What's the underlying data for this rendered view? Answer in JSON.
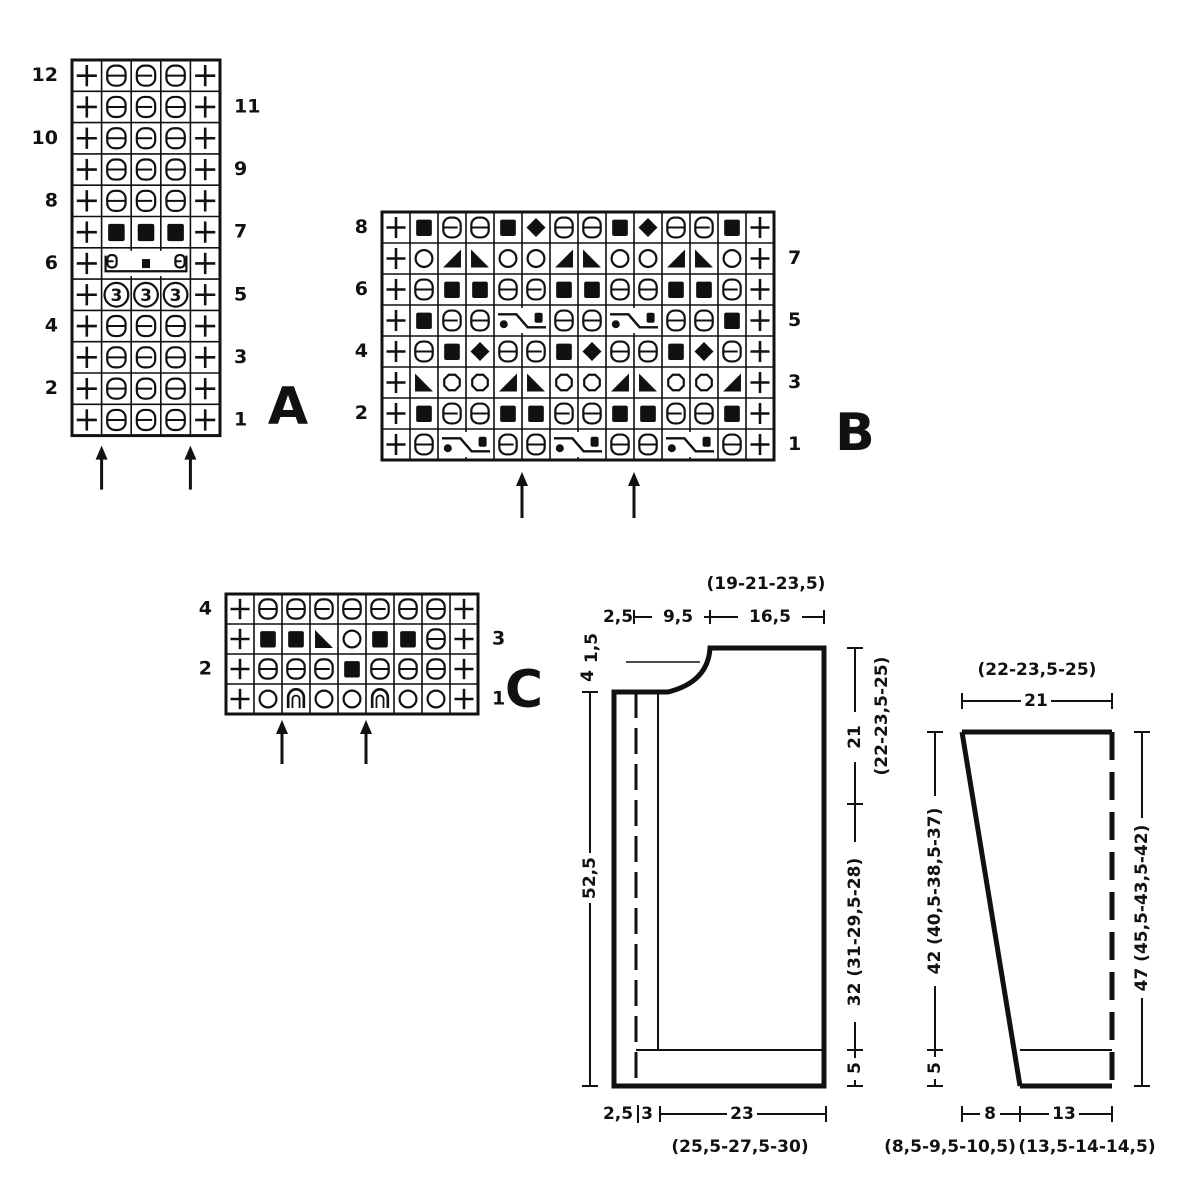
{
  "charts": {
    "A": {
      "letter": "A",
      "rows": [
        {
          "n": "12",
          "cells": [
            "plus",
            "oo",
            "oe",
            "oo",
            "plus"
          ]
        },
        {
          "n": "11",
          "cells": [
            "plus",
            "oo",
            "oe",
            "oo",
            "plus"
          ]
        },
        {
          "n": "10",
          "cells": [
            "plus",
            "oo",
            "oe",
            "oo",
            "plus"
          ]
        },
        {
          "n": "9",
          "cells": [
            "plus",
            "oo",
            "oe",
            "oo",
            "plus"
          ]
        },
        {
          "n": "8",
          "cells": [
            "plus",
            "oo",
            "oe",
            "oo",
            "plus"
          ]
        },
        {
          "n": "7",
          "cells": [
            "plus",
            "sq",
            "sq",
            "sq",
            "plus"
          ]
        },
        {
          "n": "6",
          "cells": [
            "plus",
            "span3",
            "span3",
            "span3",
            "plus"
          ]
        },
        {
          "n": "5",
          "cells": [
            "plus",
            "c3",
            "c3",
            "c3",
            "plus"
          ]
        },
        {
          "n": "4",
          "cells": [
            "plus",
            "oo",
            "oe",
            "oo",
            "plus"
          ]
        },
        {
          "n": "3",
          "cells": [
            "plus",
            "oo",
            "oe",
            "oo",
            "plus"
          ]
        },
        {
          "n": "2",
          "cells": [
            "plus",
            "oo",
            "oe",
            "oo",
            "plus"
          ]
        },
        {
          "n": "1",
          "cells": [
            "plus",
            "oo",
            "oe",
            "oo",
            "plus"
          ]
        }
      ],
      "circled_label": "3"
    },
    "B": {
      "letter": "B",
      "rows": [
        {
          "n": "8",
          "cells": [
            "plus",
            "sq",
            "oe",
            "oo",
            "sq",
            "dia",
            "oo",
            "oo",
            "sq",
            "dia",
            "oo",
            "oe",
            "sq",
            "plus"
          ]
        },
        {
          "n": "7",
          "cells": [
            "plus",
            "ci",
            "tr",
            "tl",
            "ci",
            "ci",
            "tr",
            "tl",
            "ci",
            "ci",
            "tr",
            "tl",
            "ci",
            "plus"
          ]
        },
        {
          "n": "6",
          "cells": [
            "plus",
            "oo",
            "sq",
            "sq",
            "oo",
            "oe",
            "sq",
            "sq",
            "oo",
            "oo",
            "sq",
            "sq",
            "oe",
            "plus"
          ]
        },
        {
          "n": "5",
          "cells": [
            "plus",
            "sq",
            "oe",
            "oo",
            "cab",
            "cab",
            "oo",
            "oo",
            "cab",
            "cab",
            "oo",
            "oo",
            "sq",
            "plus"
          ]
        },
        {
          "n": "4",
          "cells": [
            "plus",
            "oo",
            "sq",
            "dia",
            "oo",
            "oe",
            "sq",
            "dia",
            "oo",
            "oo",
            "sq",
            "dia",
            "oe",
            "plus"
          ]
        },
        {
          "n": "3",
          "cells": [
            "plus",
            "tl",
            "oct",
            "oct",
            "tr",
            "tl",
            "oct",
            "oct",
            "tr",
            "tl",
            "oct",
            "oct",
            "tr",
            "plus"
          ]
        },
        {
          "n": "2",
          "cells": [
            "plus",
            "sq",
            "oe",
            "oo",
            "sq",
            "sq",
            "oe",
            "oo",
            "sq",
            "sq",
            "oe",
            "oo",
            "sq",
            "plus"
          ]
        },
        {
          "n": "1",
          "cells": [
            "plus",
            "oo",
            "cab",
            "cab",
            "oe",
            "oo",
            "cab",
            "cab",
            "oo",
            "oo",
            "cab",
            "cab",
            "oo",
            "plus"
          ]
        }
      ]
    },
    "C": {
      "letter": "C",
      "rows": [
        {
          "n": "4",
          "cells": [
            "plus",
            "oo",
            "oo",
            "oe",
            "oo",
            "oe",
            "oo",
            "oo",
            "plus"
          ]
        },
        {
          "n": "3",
          "cells": [
            "plus",
            "sq",
            "sq",
            "tl",
            "ci",
            "sq",
            "sq",
            "oo",
            "plus"
          ]
        },
        {
          "n": "2",
          "cells": [
            "plus",
            "oo",
            "oo",
            "oe",
            "sq",
            "oo",
            "oo",
            "oo",
            "plus"
          ]
        },
        {
          "n": "1",
          "cells": [
            "plus",
            "ci",
            "arch",
            "ci",
            "ci",
            "arch",
            "ci",
            "ci",
            "plus"
          ]
        }
      ]
    }
  },
  "front_piece": {
    "top_label": "(19-21-23,5)",
    "top_dims": [
      "2,5",
      "9,5",
      "16,5"
    ],
    "neck_dims": [
      "4",
      "1,5"
    ],
    "left_height": "52,5",
    "right_top": "21",
    "right_top_alt": "(22-23,5-25)",
    "right_mid": "32 (31-29,5-28)",
    "right_bottom": "5",
    "bottom_dims": [
      "2,5",
      "3",
      "23"
    ],
    "bottom_label": "(25,5-27,5-30)"
  },
  "sleeve_piece": {
    "top_label": "(22-23,5-25)",
    "top_width": "21",
    "left_height": "42 (40,5-38,5-37)",
    "left_bottom": "5",
    "right_height": "47 (45,5-43,5-42)",
    "bottom_dims": [
      "8",
      "13"
    ],
    "bottom_label_left": "(8,5-9,5-10,5)",
    "bottom_label_right": "(13,5-14-14,5)"
  }
}
